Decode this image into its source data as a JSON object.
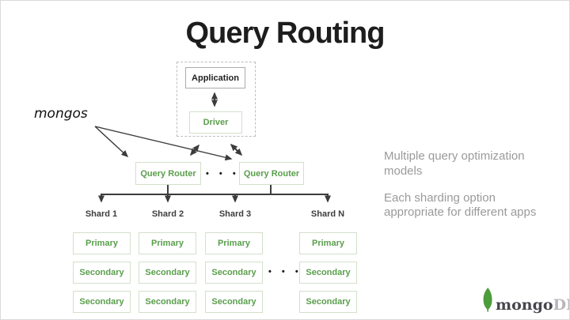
{
  "slide": {
    "title": "Query Routing"
  },
  "annotation": {
    "label": "mongos"
  },
  "client": {
    "application_label": "Application",
    "driver_label": "Driver"
  },
  "routers": {
    "left_label": "Query Router",
    "right_label": "Query Router",
    "ellipsis": "• • •"
  },
  "shards": {
    "ellipsis": "• • •",
    "columns": [
      {
        "name": "Shard 1",
        "nodes": [
          "Primary",
          "Secondary",
          "Secondary"
        ]
      },
      {
        "name": "Shard 2",
        "nodes": [
          "Primary",
          "Secondary",
          "Secondary"
        ]
      },
      {
        "name": "Shard 3",
        "nodes": [
          "Primary",
          "Secondary",
          "Secondary"
        ]
      },
      {
        "name": "Shard N",
        "nodes": [
          "Primary",
          "Secondary",
          "Secondary"
        ]
      }
    ]
  },
  "side_text": {
    "para1": "Multiple query optimization models",
    "para2": "Each sharding option appropriate for different apps"
  },
  "logo": {
    "text_primary": "mongo",
    "text_secondary": "DB."
  },
  "colors": {
    "green": "#5a9e4c",
    "green_box_border": "#d3e0ca",
    "gray_box_border": "#ababab",
    "line": "#3c3c3c",
    "side_text": "#9a9a9a",
    "title": "#1d1d1d",
    "logo_green": "#4c9c3c",
    "logo_text": "#46464c",
    "logo_text_light": "#b6b6bc"
  }
}
